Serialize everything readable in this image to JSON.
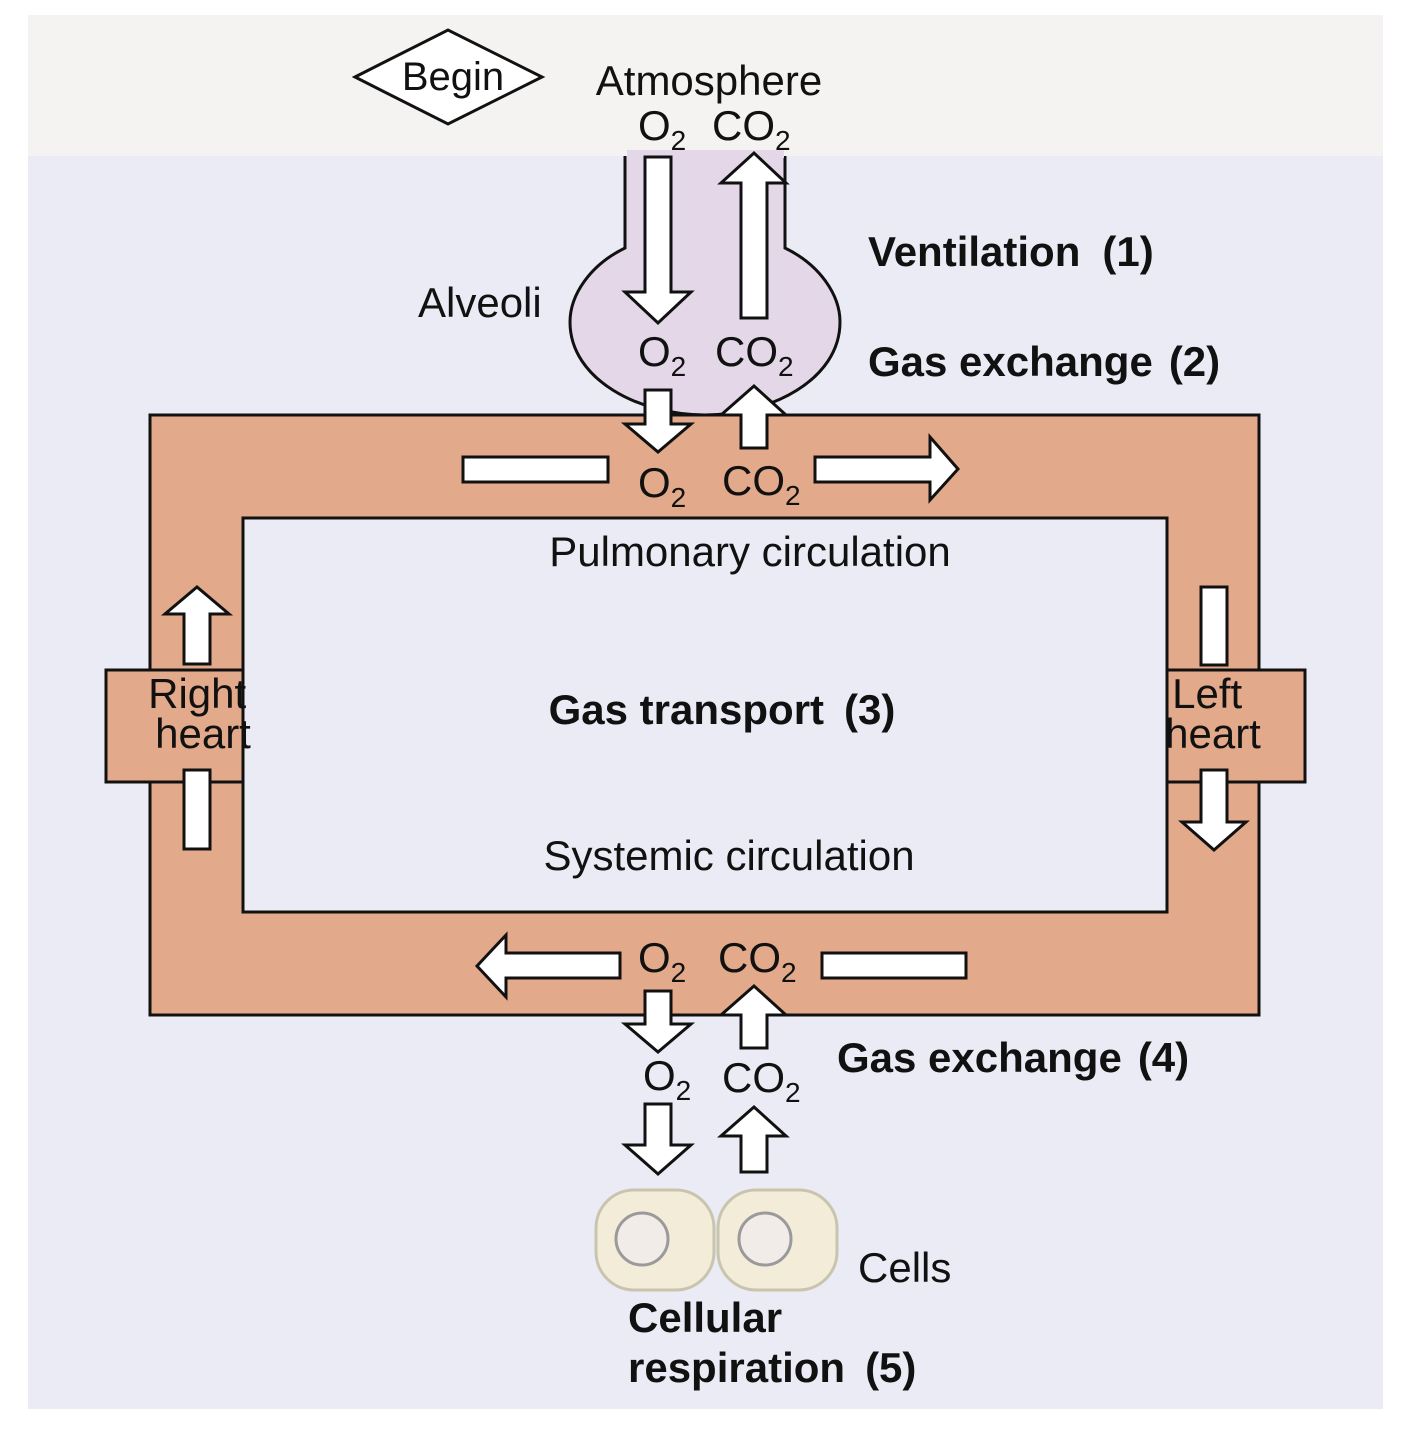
{
  "begin": "Begin",
  "atmosphere": {
    "label": "Atmosphere",
    "o2": "O",
    "co2": "CO",
    "sub": "2"
  },
  "alveoli": {
    "label": "Alveoli",
    "o2": "O",
    "co2": "CO",
    "sub": "2"
  },
  "pulmonary_gases": {
    "o2": "O",
    "co2": "CO",
    "sub": "2"
  },
  "systemic_gases": {
    "o2": "O",
    "co2": "CO",
    "sub": "2"
  },
  "tissue_gases": {
    "o2": "O",
    "co2": "CO",
    "sub": "2"
  },
  "steps": {
    "ventilation": "Ventilation",
    "ventilation_num": "(1)",
    "gas_exchange_2": "Gas exchange",
    "gas_exchange_2_num": "(2)",
    "gas_transport": "Gas transport",
    "gas_transport_num": "(3)",
    "gas_exchange_4": "Gas exchange",
    "gas_exchange_4_num": "(4)",
    "cellular_line1": "Cellular",
    "cellular_line2": "respiration",
    "cellular_num": "(5)"
  },
  "circulation": {
    "pulmonary": "Pulmonary circulation",
    "systemic": "Systemic circulation"
  },
  "heart": {
    "right_line1": "Right",
    "right_line2": "heart",
    "left_line1": "Left",
    "left_line2": "heart"
  },
  "cells": "Cells",
  "colors": {
    "top_band": "#f4f3f2",
    "background": "#ebebf5",
    "alveoli_fill": "#e4d8e8",
    "vessel": "#e2a98a",
    "cell_fill": "#f2ecd8",
    "cell_stroke": "#c9c4ae",
    "nucleus_fill": "#f1ece8"
  }
}
